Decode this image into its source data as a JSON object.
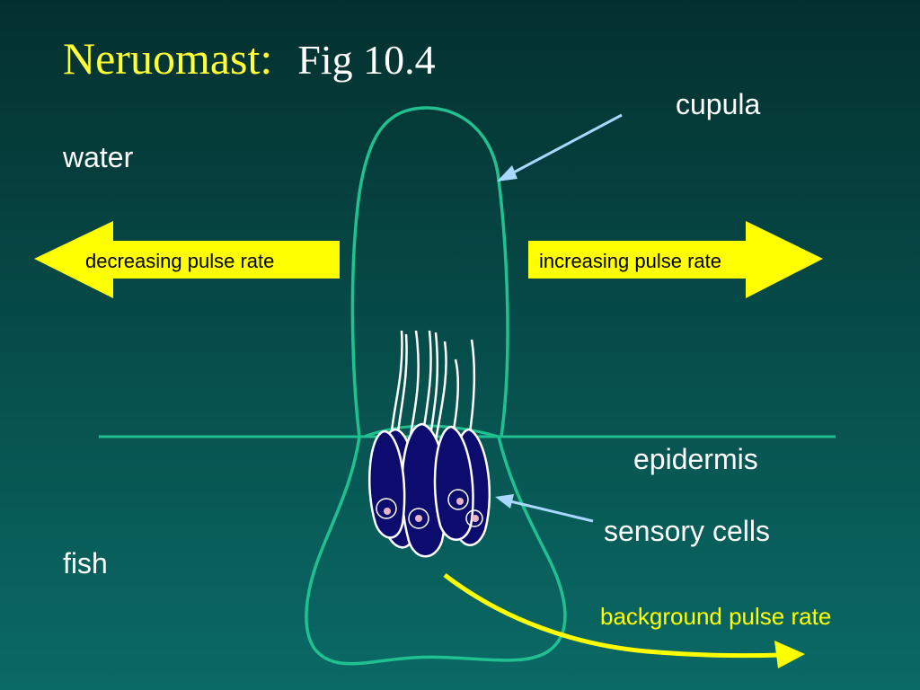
{
  "title": {
    "main": "Neruomast:",
    "fig": "Fig 10.4"
  },
  "labels": {
    "cupula": "cupula",
    "water": "water",
    "epidermis": "epidermis",
    "sensory_cells": "sensory cells",
    "fish": "fish",
    "background_pulse_rate": "background pulse rate"
  },
  "arrows": {
    "left": "decreasing pulse rate",
    "right": "increasing pulse rate"
  },
  "colors": {
    "title": "#ffff33",
    "outline": "#20c090",
    "arrow_fill": "#ffff00",
    "cell_fill": "#0c0c6e",
    "pointer": "#a8d8ff"
  }
}
